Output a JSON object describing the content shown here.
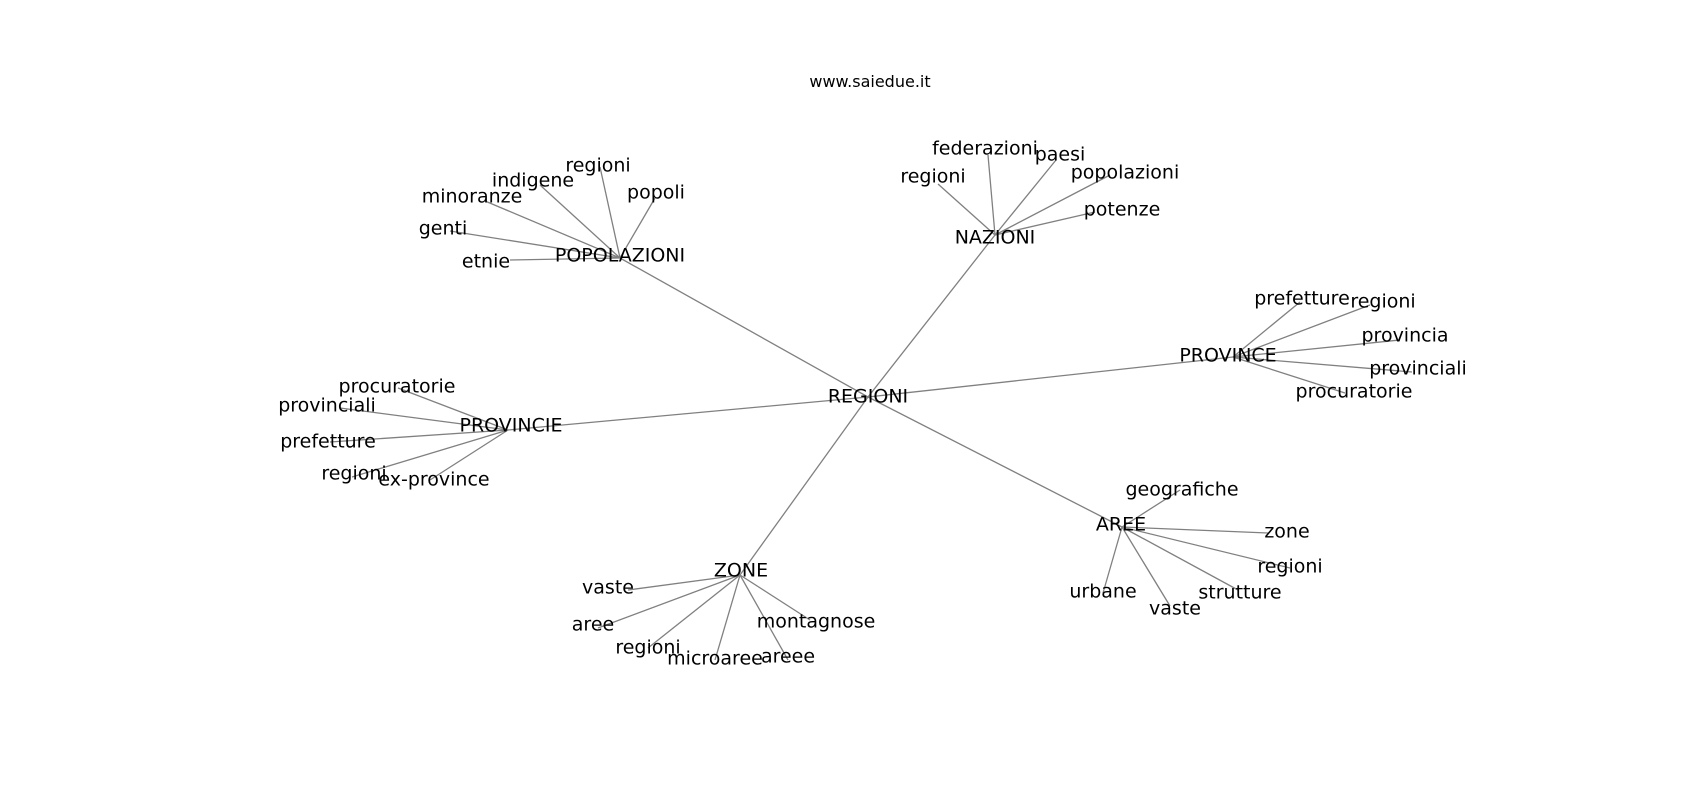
{
  "title": "www.saiedue.it",
  "graph": {
    "root": "REGIONI",
    "groups": [
      {
        "label": "POPOLAZIONI",
        "children": [
          "regioni",
          "indigene",
          "minoranze",
          "popoli",
          "genti",
          "etnie"
        ]
      },
      {
        "label": "NAZIONI",
        "children": [
          "federazioni",
          "paesi",
          "regioni",
          "popolazioni",
          "potenze"
        ]
      },
      {
        "label": "PROVINCE",
        "children": [
          "prefetture",
          "regioni",
          "provincia",
          "provinciali",
          "procuratorie"
        ]
      },
      {
        "label": "PROVINCIE",
        "children": [
          "procuratorie",
          "provinciali",
          "prefetture",
          "regioni",
          "ex-province"
        ]
      },
      {
        "label": "AREE",
        "children": [
          "geografiche",
          "zone",
          "regioni",
          "strutture",
          "urbane",
          "vaste"
        ]
      },
      {
        "label": "ZONE",
        "children": [
          "vaste",
          "aree",
          "regioni",
          "microaree",
          "areee",
          "montagnose"
        ]
      }
    ]
  }
}
